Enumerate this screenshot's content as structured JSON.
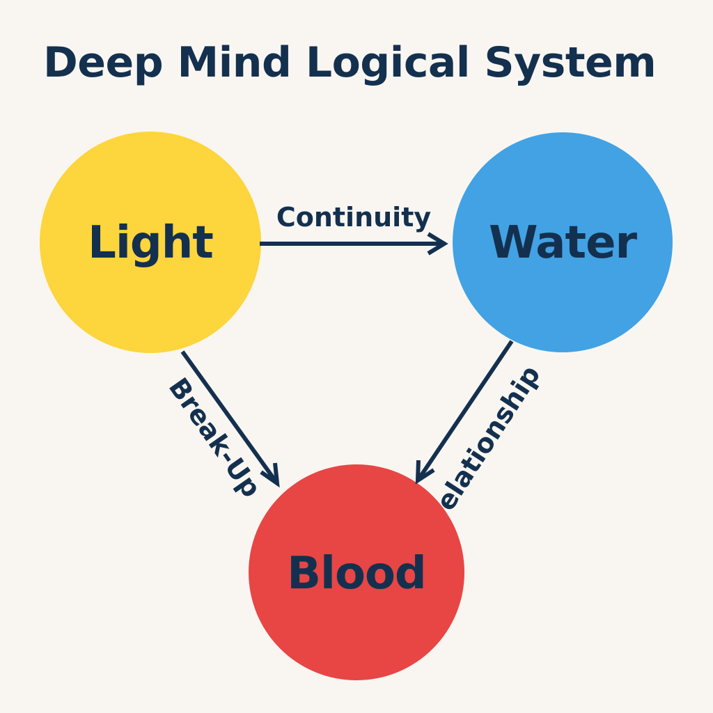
{
  "title": "Deep Mind Logical System",
  "nodes": {
    "light": {
      "label": "Light",
      "color": "#fdd53c"
    },
    "water": {
      "label": "Water",
      "color": "#42a2e4"
    },
    "blood": {
      "label": "Blood",
      "color": "#e84545"
    }
  },
  "edges": {
    "light_to_water": {
      "label": "Continuity"
    },
    "light_to_blood": {
      "label": "Break-Up"
    },
    "water_to_blood": {
      "label": "elationship"
    }
  },
  "colors": {
    "background": "#f9f6f1",
    "ink": "#14304f"
  }
}
